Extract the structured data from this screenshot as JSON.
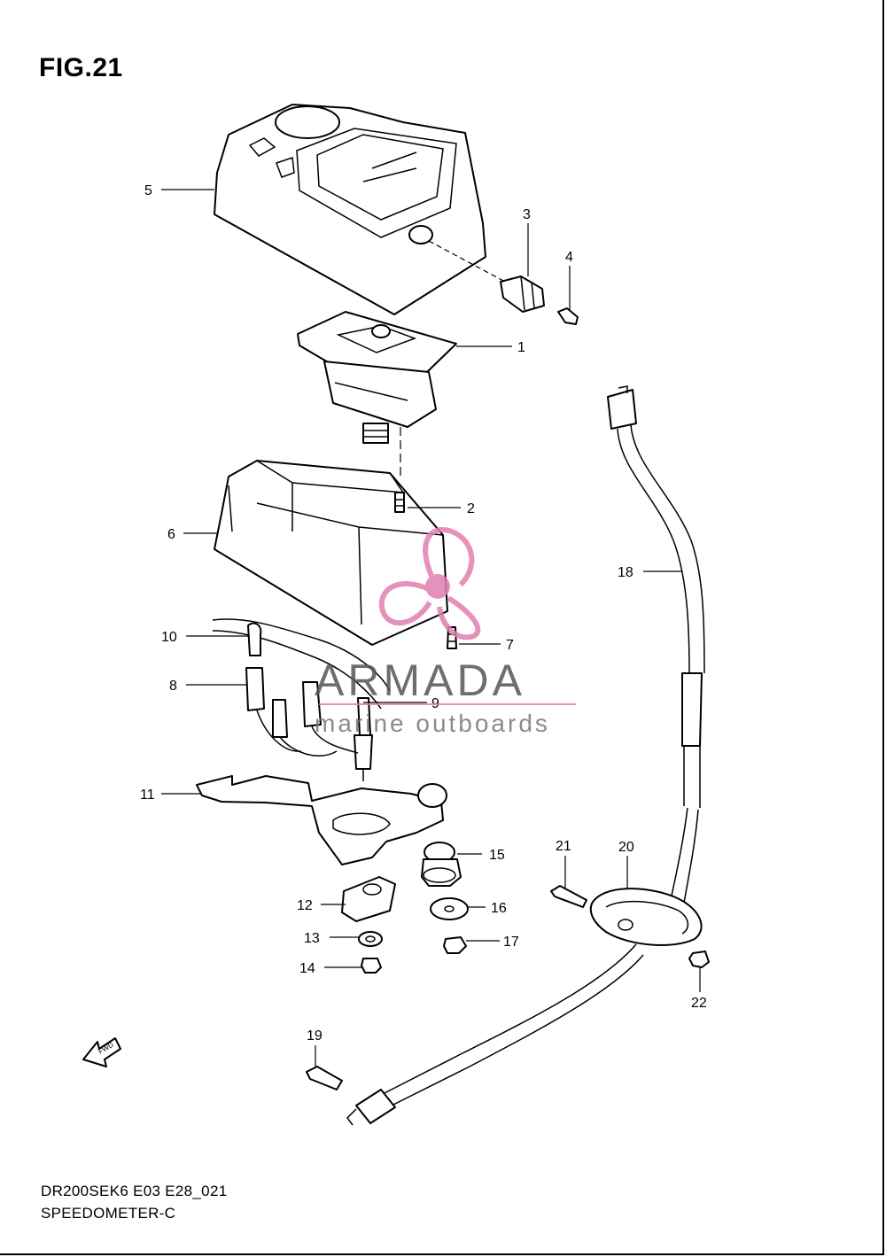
{
  "figure": {
    "title": "FIG.21",
    "model_code": "DR200SEK6 E03 E28_021",
    "caption": "SPEEDOMETER-C"
  },
  "callouts": [
    "1",
    "2",
    "3",
    "4",
    "5",
    "6",
    "7",
    "8",
    "9",
    "10",
    "11",
    "12",
    "13",
    "14",
    "15",
    "16",
    "17",
    "18",
    "19",
    "20",
    "21",
    "22"
  ],
  "watermark": {
    "brand": "ARMADA",
    "tagline": "marine outboards",
    "color": "#e07fb0"
  },
  "fwd_arrow": {
    "label": "FWD",
    "icon": "fwd-arrow-icon"
  }
}
